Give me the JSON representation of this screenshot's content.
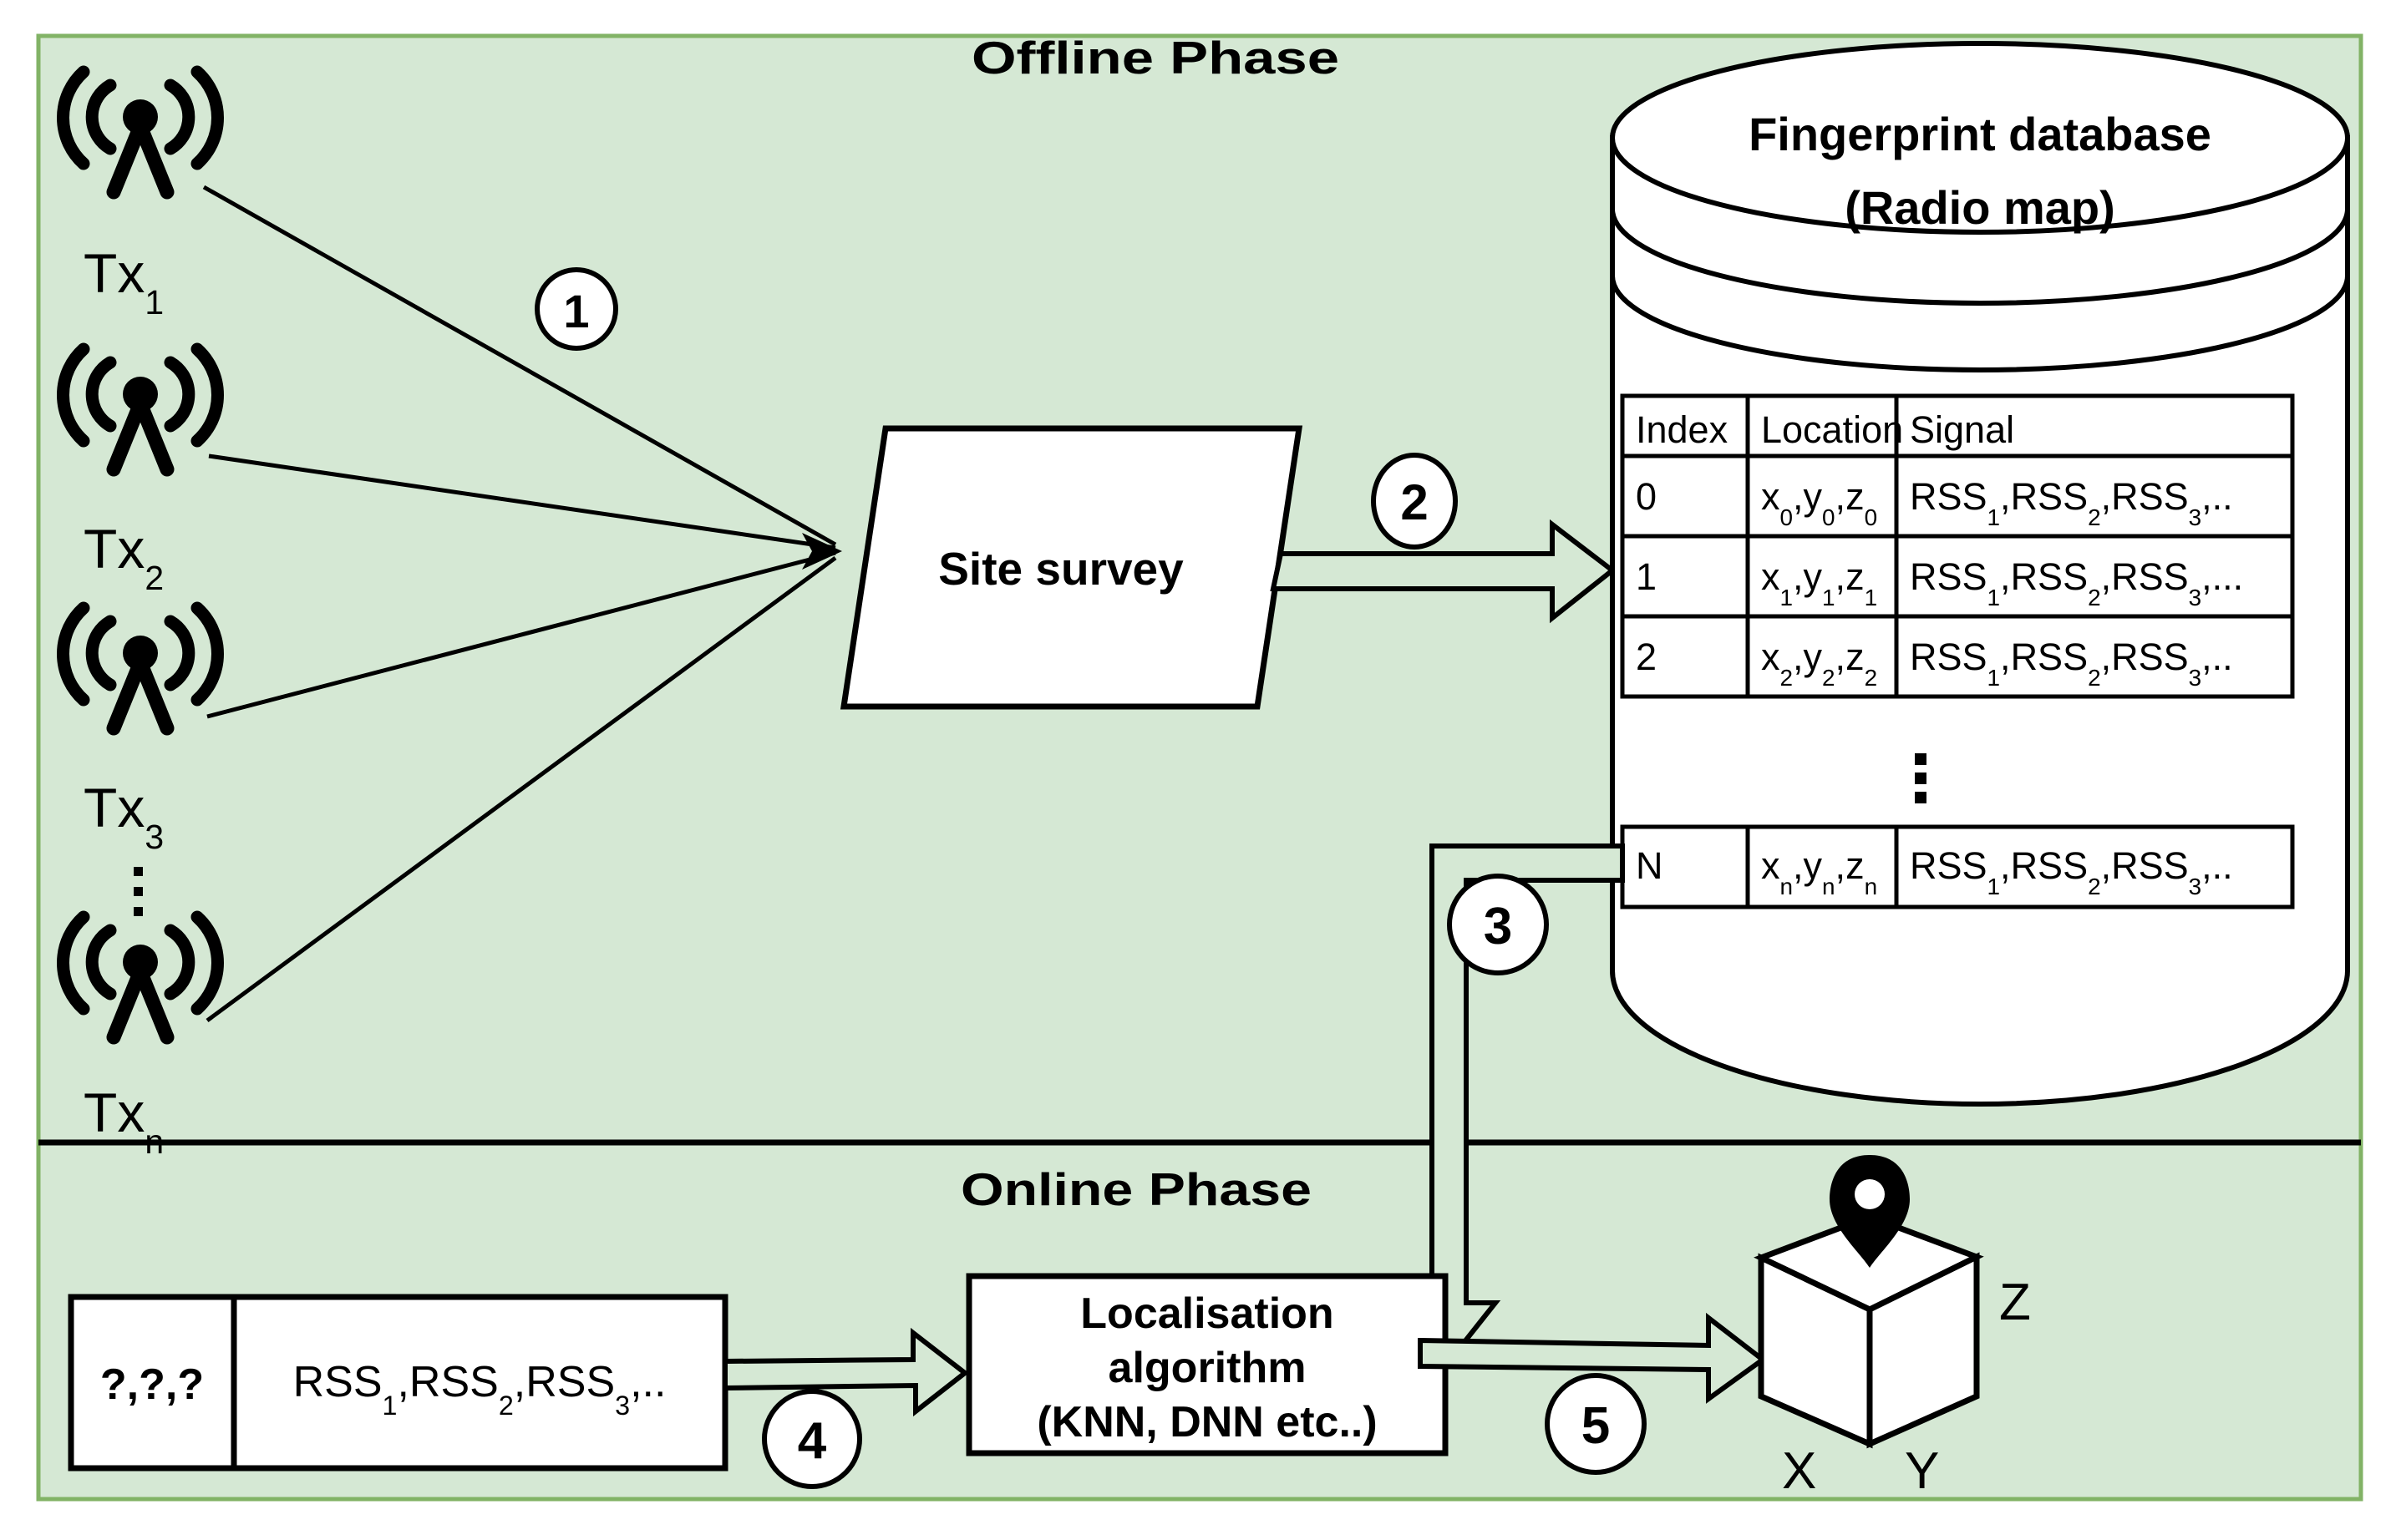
{
  "diagram": {
    "title_offline": "Offline Phase",
    "title_online": "Online Phase",
    "colors": {
      "panel_fill": "#d5e8d4",
      "panel_border": "#82b366",
      "stroke": "#000000",
      "node_fill": "#ffffff"
    }
  },
  "transmitters": [
    {
      "label": "Tx",
      "sub": "1",
      "icon": "antenna-icon"
    },
    {
      "label": "Tx",
      "sub": "2",
      "icon": "antenna-icon"
    },
    {
      "label": "Tx",
      "sub": "3",
      "icon": "antenna-icon"
    },
    {
      "label": "Tx",
      "sub": "n",
      "icon": "antenna-icon"
    }
  ],
  "tx_ellipsis": "⋮",
  "site_survey": {
    "label": "Site survey"
  },
  "database": {
    "title_line1": "Fingerprint database",
    "title_line2": "(Radio map)",
    "columns": [
      "Index",
      "Location",
      "Signal"
    ],
    "rows": [
      {
        "index": "0",
        "loc_x": "x",
        "loc_xs": "0",
        "loc_y": "y",
        "loc_ys": "0",
        "loc_z": "z",
        "loc_zs": "0",
        "sig": [
          "RSS",
          "1",
          "RSS",
          "2",
          "RSS",
          "3"
        ],
        "sig_tail": ",.."
      },
      {
        "index": "1",
        "loc_x": "x",
        "loc_xs": "1",
        "loc_y": "y",
        "loc_ys": "1",
        "loc_z": "z",
        "loc_zs": "1",
        "sig": [
          "RSS",
          "1",
          "RSS",
          "2",
          "RSS",
          "3"
        ],
        "sig_tail": ",..."
      },
      {
        "index": "2",
        "loc_x": "x",
        "loc_xs": "2",
        "loc_y": "y",
        "loc_ys": "2",
        "loc_z": "z",
        "loc_zs": "2",
        "sig": [
          "RSS",
          "1",
          "RSS",
          "2",
          "RSS",
          "3"
        ],
        "sig_tail": ",.."
      },
      {
        "index": "N",
        "loc_x": "x",
        "loc_xs": "n",
        "loc_y": "y",
        "loc_ys": "n",
        "loc_z": "z",
        "loc_zs": "n",
        "sig": [
          "RSS",
          "1",
          "RSS",
          "2",
          "RSS",
          "3"
        ],
        "sig_tail": ",.."
      }
    ],
    "row_ellipsis": "⋮"
  },
  "online": {
    "query_unknown": "?,?,?",
    "query_signal_parts": [
      "RSS",
      "1",
      "RSS",
      "2",
      "RSS",
      "3"
    ],
    "query_signal_tail": ",..",
    "algorithm_line1": "Localisation",
    "algorithm_line2": "algorithm",
    "algorithm_line3": "(KNN, DNN etc..)",
    "axes": {
      "x": "X",
      "y": "Y",
      "z": "Z"
    },
    "pin_icon": "map-pin-icon"
  },
  "step_markers": [
    {
      "id": "1",
      "label": "1"
    },
    {
      "id": "2",
      "label": "2"
    },
    {
      "id": "3",
      "label": "3"
    },
    {
      "id": "4",
      "label": "4"
    },
    {
      "id": "5",
      "label": "5"
    }
  ]
}
